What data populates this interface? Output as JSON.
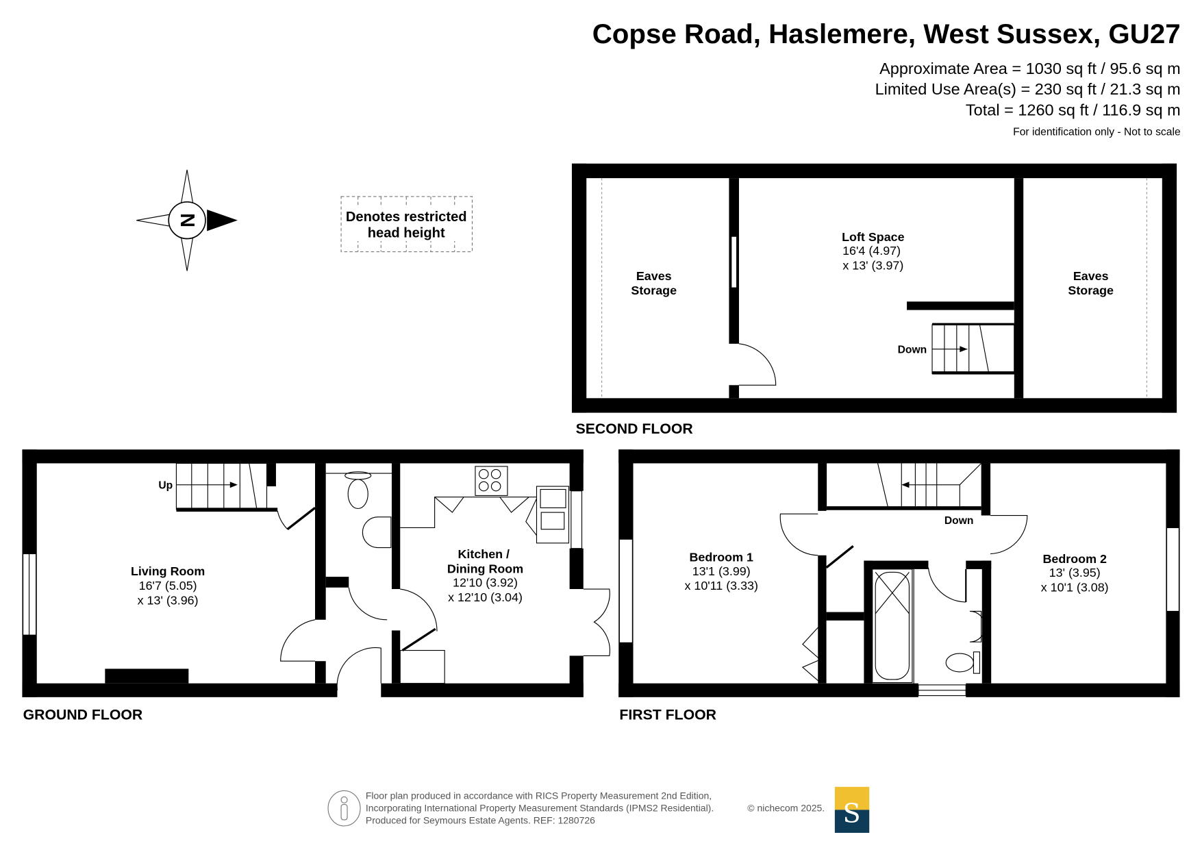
{
  "header": {
    "title": "Copse Road, Haslemere, West Sussex, GU27",
    "approx_area": "Approximate Area = 1030 sq ft / 95.6 sq m",
    "limited_use": "Limited Use Area(s) = 230 sq ft / 21.3 sq m",
    "total": "Total = 1260 sq ft / 116.9 sq m",
    "disclaimer": "For identification only - Not to scale"
  },
  "compass": {
    "letter": "N"
  },
  "legend": {
    "line1": "Denotes restricted",
    "line2": "head height"
  },
  "second_floor": {
    "label": "SECOND FLOOR",
    "eaves_left": {
      "line1": "Eaves",
      "line2": "Storage"
    },
    "eaves_right": {
      "line1": "Eaves",
      "line2": "Storage"
    },
    "loft": {
      "name": "Loft Space",
      "dim1": "16'4 (4.97)",
      "dim2": "x 13' (3.97)"
    },
    "stairs_label": "Down"
  },
  "ground_floor": {
    "label": "GROUND FLOOR",
    "living": {
      "name": "Living Room",
      "dim1": "16'7 (5.05)",
      "dim2": "x 13' (3.96)"
    },
    "kitchen": {
      "name1": "Kitchen /",
      "name2": "Dining Room",
      "dim1": "12'10 (3.92)",
      "dim2": "x 12'10 (3.04)"
    },
    "stairs_label": "Up"
  },
  "first_floor": {
    "label": "FIRST FLOOR",
    "bedroom1": {
      "name": "Bedroom 1",
      "dim1": "13'1 (3.99)",
      "dim2": "x 10'11 (3.33)"
    },
    "bedroom2": {
      "name": "Bedroom 2",
      "dim1": "13' (3.95)",
      "dim2": "x 10'1 (3.08)"
    },
    "stairs_label": "Down"
  },
  "footer": {
    "line1": "Floor plan produced in accordance with RICS Property Measurement 2nd Edition,",
    "line2": "Incorporating International Property Measurement Standards (IPMS2 Residential).",
    "copyright": "© nichecom 2025.",
    "line3": "Produced for Seymours Estate Agents.   REF: 1280726",
    "logo_letter": "S",
    "logo_colors": {
      "top": "#f0c030",
      "bottom": "#0d3b58"
    }
  }
}
